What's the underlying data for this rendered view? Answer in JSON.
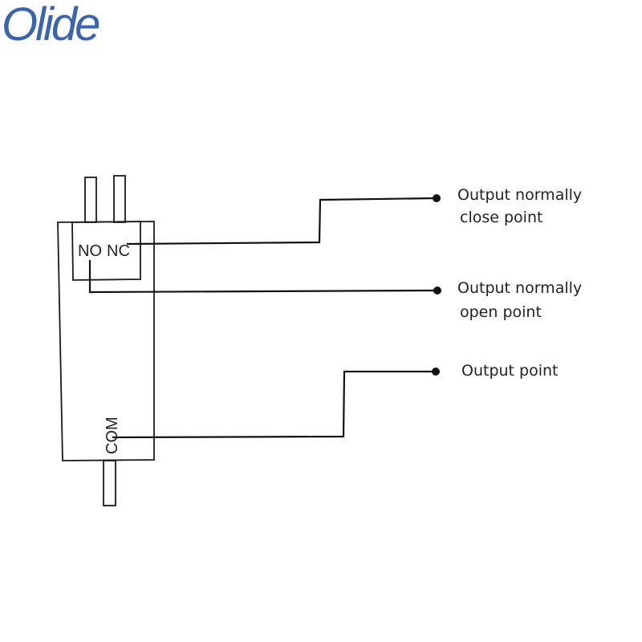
{
  "brand": {
    "logo_text": "Olide",
    "color": "#3a64ad"
  },
  "switch": {
    "terminal_no": "NO",
    "terminal_nc": "NC",
    "terminal_com": "COM"
  },
  "outputs": [
    {
      "line1": "Output normally",
      "line2": "close point"
    },
    {
      "line1": "Output normally",
      "line2": "open point"
    },
    {
      "line1": "Output point",
      "line2": ""
    }
  ],
  "colors": {
    "line": "#111111",
    "text": "#222222",
    "background": "#ffffff"
  }
}
